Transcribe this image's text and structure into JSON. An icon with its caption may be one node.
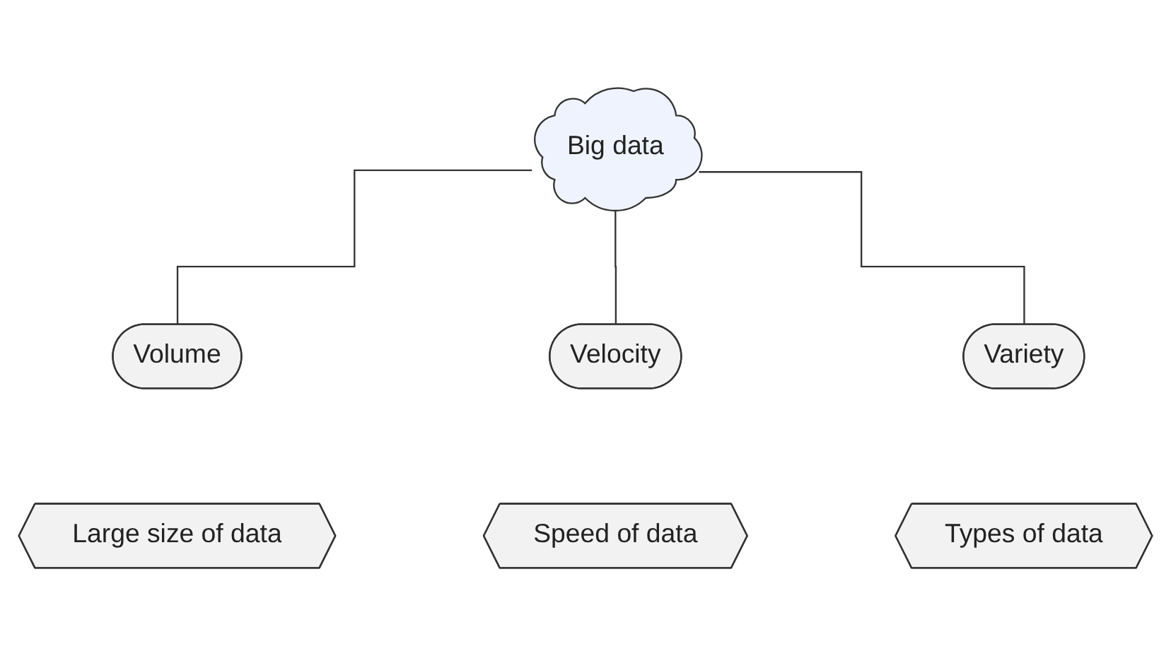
{
  "diagram": {
    "nodes": [
      {
        "text": [
          "Big data"
        ]
      },
      {
        "text": [
          "Volume"
        ]
      },
      {
        "text": [
          "Large size of data"
        ]
      },
      {
        "text": [
          "Velocity"
        ]
      },
      {
        "text": [
          "Speed of data"
        ]
      },
      {
        "text": [
          "Variety"
        ]
      },
      {
        "text": [
          "Types of data"
        ]
      }
    ],
    "edges": [
      {
        "from": 0,
        "to": 1,
        "arrow": "none"
      },
      {
        "from": 0,
        "to": 3,
        "arrow": "none"
      },
      {
        "from": 0,
        "to": 5,
        "arrow": "none"
      }
    ]
  }
}
